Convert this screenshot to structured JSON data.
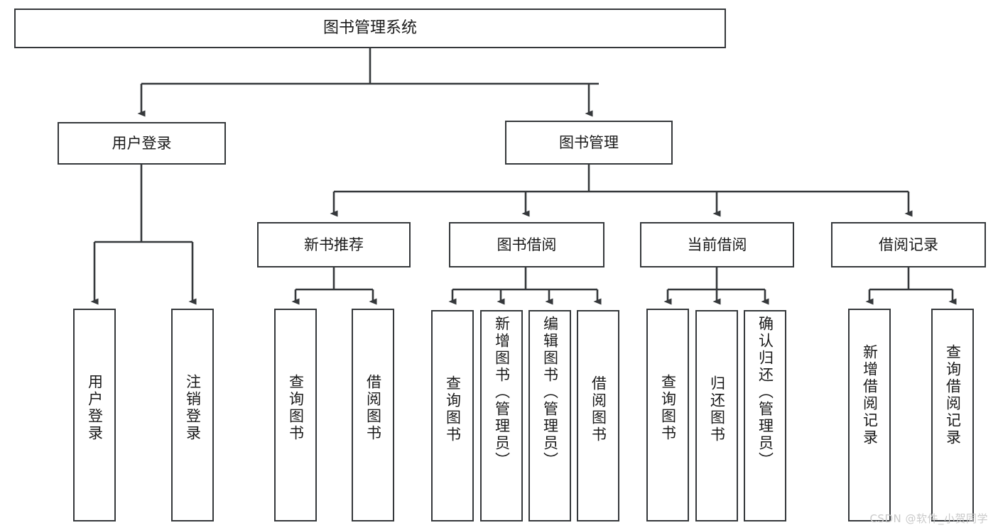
{
  "diagram": {
    "type": "tree-hierarchy-chart",
    "title": "图书管理系统",
    "watermark": "CSDN @软件_小贺同学",
    "colors": {
      "stroke": "#35383b",
      "fill": "#ffffff",
      "text": "#1a1a1a",
      "watermark": "#c9c9c9"
    },
    "nodes": {
      "root": {
        "label": "图书管理系统"
      },
      "level2": [
        {
          "id": "user-login",
          "label": "用户登录"
        },
        {
          "id": "book-manage",
          "label": "图书管理"
        }
      ],
      "level3": [
        {
          "id": "new-book-recommend",
          "label": "新书推荐"
        },
        {
          "id": "book-borrow",
          "label": "图书借阅"
        },
        {
          "id": "current-borrow",
          "label": "当前借阅"
        },
        {
          "id": "borrow-record",
          "label": "借阅记录"
        }
      ],
      "leaves": {
        "user-login": [
          {
            "id": "leaf-user-login",
            "label": "用户登录"
          },
          {
            "id": "leaf-logout",
            "label": "注销登录"
          }
        ],
        "new-book-recommend": [
          {
            "id": "leaf-query-book-1",
            "label": "查询图书"
          },
          {
            "id": "leaf-borrow-book-1",
            "label": "借阅图书"
          }
        ],
        "book-borrow": [
          {
            "id": "leaf-query-book-2",
            "label": "查询图书"
          },
          {
            "id": "leaf-add-book",
            "label": "新增图书（管理员）"
          },
          {
            "id": "leaf-edit-book",
            "label": "编辑图书（管理员）"
          },
          {
            "id": "leaf-borrow-book-2",
            "label": "借阅图书"
          }
        ],
        "current-borrow": [
          {
            "id": "leaf-query-book-3",
            "label": "查询图书"
          },
          {
            "id": "leaf-return-book",
            "label": "归还图书"
          },
          {
            "id": "leaf-confirm-return",
            "label": "确认归还（管理员）"
          }
        ],
        "borrow-record": [
          {
            "id": "leaf-add-record",
            "label": "新增借阅记录"
          },
          {
            "id": "leaf-query-record",
            "label": "查询借阅记录"
          }
        ]
      }
    }
  }
}
